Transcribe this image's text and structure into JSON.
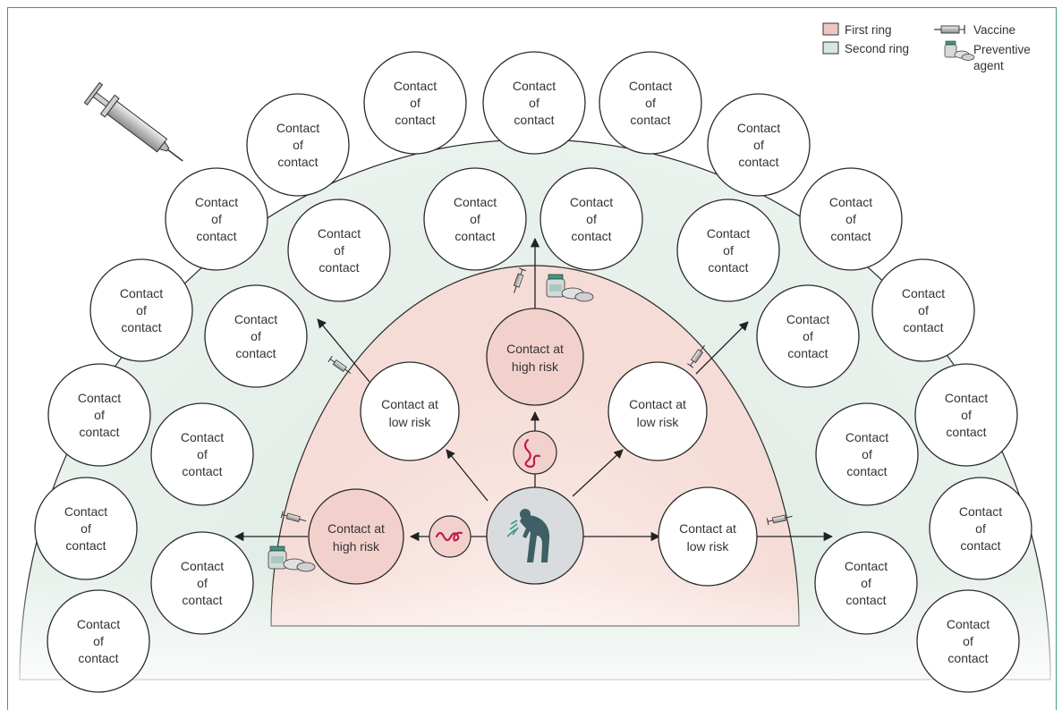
{
  "legend": {
    "first_ring": "First ring",
    "second_ring": "Second ring",
    "vaccine": "Vaccine",
    "preventive_line1": "Preventive",
    "preventive_line2": "agent"
  },
  "first_ring_contacts": {
    "high_risk_left": [
      "Contact at",
      "high risk"
    ],
    "high_risk_top": [
      "Contact at",
      "high risk"
    ],
    "low_risk_upper_left": [
      "Contact at",
      "low risk"
    ],
    "low_risk_upper_right": [
      "Contact at",
      "low risk"
    ],
    "low_risk_right": [
      "Contact at",
      "low risk"
    ]
  },
  "second_ring_contact_lines": [
    "Contact",
    "of",
    "contact"
  ],
  "colors": {
    "first_ring": "#f7e2de",
    "second_ring": "#e6efe9",
    "high_risk_fill": "#f2d1cc",
    "index_case_fill": "#d9dcdf",
    "accent_teal": "#3a9a83",
    "pathogen_red": "#c01c4f"
  }
}
